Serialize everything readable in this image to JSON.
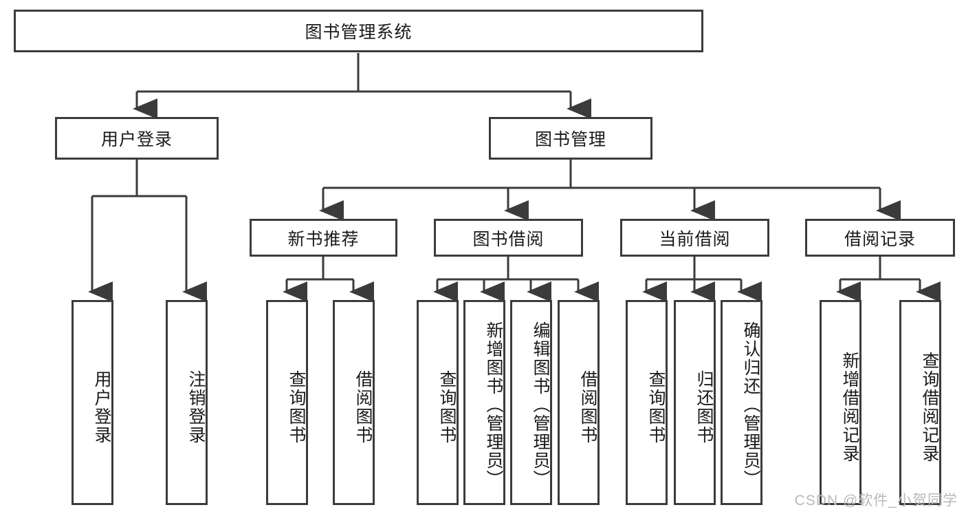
{
  "diagram": {
    "title": "图书管理系统",
    "type": "tree-hierarchy-diagram",
    "root": {
      "label": "图书管理系统"
    },
    "level2": [
      {
        "label": "用户登录"
      },
      {
        "label": "图书管理"
      }
    ],
    "level3": [
      {
        "label": "新书推荐"
      },
      {
        "label": "图书借阅"
      },
      {
        "label": "当前借阅"
      },
      {
        "label": "借阅记录"
      }
    ],
    "leaves": {
      "user_login": [
        {
          "label": "用户登录"
        },
        {
          "label": "注销登录"
        }
      ],
      "new_book_recommend": [
        {
          "label": "查询图书"
        },
        {
          "label": "借阅图书"
        }
      ],
      "book_borrow": [
        {
          "label": "查询图书"
        },
        {
          "label": "新增图书（管理员）"
        },
        {
          "label": "编辑图书（管理员）"
        },
        {
          "label": "借阅图书"
        }
      ],
      "current_borrow": [
        {
          "label": "查询图书"
        },
        {
          "label": "归还图书"
        },
        {
          "label": "确认归还（管理员）"
        }
      ],
      "borrow_record": [
        {
          "label": "新增借阅记录"
        },
        {
          "label": "查询借阅记录"
        }
      ]
    }
  },
  "watermark": {
    "text": "CSDN @软件_小贺同学"
  },
  "colors": {
    "stroke": "#3b3b3b",
    "background": "#ffffff",
    "text": "#1a1a1a",
    "watermark": "#b9b9b9"
  }
}
